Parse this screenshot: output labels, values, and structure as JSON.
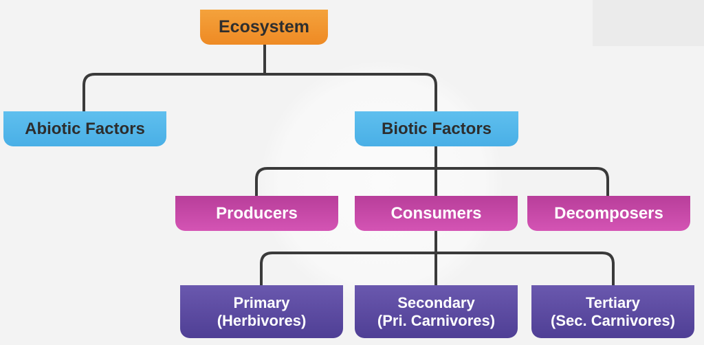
{
  "root": "Ecosystem",
  "level1": {
    "abiotic": "Abiotic Factors",
    "biotic": "Biotic Factors"
  },
  "level2": {
    "producers": "Producers",
    "consumers": "Consumers",
    "decomposers": "Decomposers"
  },
  "level3": {
    "primary": {
      "line1": "Primary",
      "line2": "(Herbivores)"
    },
    "secondary": {
      "line1": "Secondary",
      "line2": "(Pri. Carnivores)"
    },
    "tertiary": {
      "line1": "Tertiary",
      "line2": "(Sec. Carnivores)"
    }
  },
  "colors": {
    "root": "#f09429",
    "factors": "#52b4e9",
    "level2": "#c84aa8",
    "level3": "#5a49a0",
    "connector": "#3a3a3a"
  }
}
